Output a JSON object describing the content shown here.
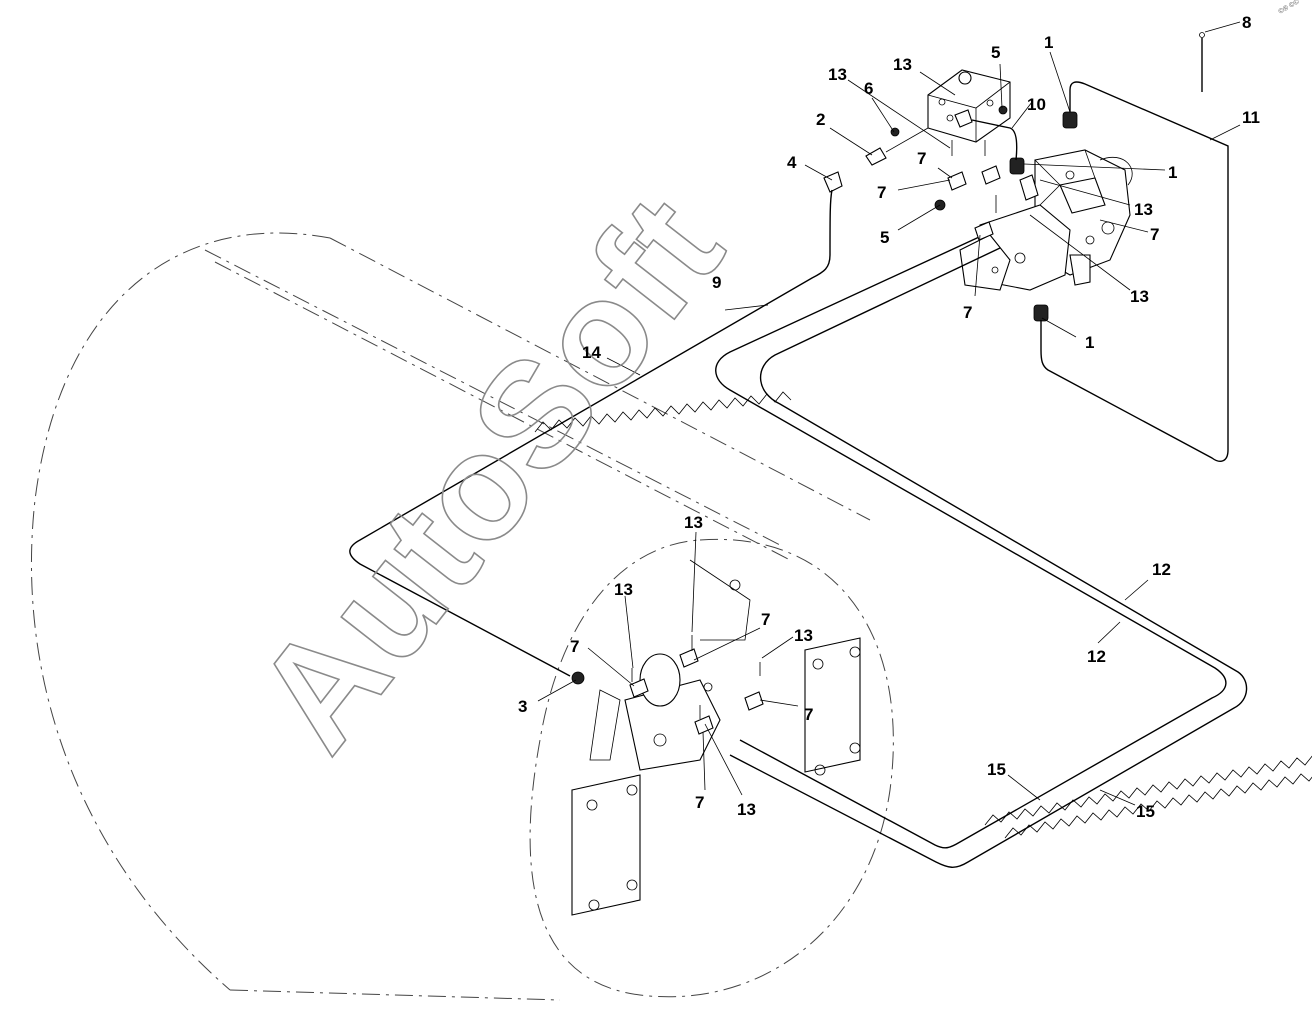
{
  "watermark": "AutoSoft",
  "corner_mark": "©® ©©",
  "callouts": [
    {
      "id": "c1a",
      "text": "1"
    },
    {
      "id": "c1b",
      "text": "1"
    },
    {
      "id": "c1c",
      "text": "1"
    },
    {
      "id": "c2",
      "text": "2"
    },
    {
      "id": "c3",
      "text": "3"
    },
    {
      "id": "c4",
      "text": "4"
    },
    {
      "id": "c5a",
      "text": "5"
    },
    {
      "id": "c5b",
      "text": "5"
    },
    {
      "id": "c6",
      "text": "6"
    },
    {
      "id": "c7a",
      "text": "7"
    },
    {
      "id": "c7b",
      "text": "7"
    },
    {
      "id": "c7c",
      "text": "7"
    },
    {
      "id": "c7d",
      "text": "7"
    },
    {
      "id": "c7e",
      "text": "7"
    },
    {
      "id": "c7f",
      "text": "7"
    },
    {
      "id": "c7g",
      "text": "7"
    },
    {
      "id": "c7h",
      "text": "7"
    },
    {
      "id": "c8",
      "text": "8"
    },
    {
      "id": "c9",
      "text": "9"
    },
    {
      "id": "c10",
      "text": "10"
    },
    {
      "id": "c11",
      "text": "11"
    },
    {
      "id": "c12a",
      "text": "12"
    },
    {
      "id": "c12b",
      "text": "12"
    },
    {
      "id": "c13a",
      "text": "13"
    },
    {
      "id": "c13b",
      "text": "13"
    },
    {
      "id": "c13c",
      "text": "13"
    },
    {
      "id": "c13d",
      "text": "13"
    },
    {
      "id": "c13e",
      "text": "13"
    },
    {
      "id": "c13f",
      "text": "13"
    },
    {
      "id": "c13g",
      "text": "13"
    },
    {
      "id": "c13h",
      "text": "13"
    },
    {
      "id": "c14",
      "text": "14"
    },
    {
      "id": "c15a",
      "text": "15"
    },
    {
      "id": "c15b",
      "text": "15"
    }
  ]
}
